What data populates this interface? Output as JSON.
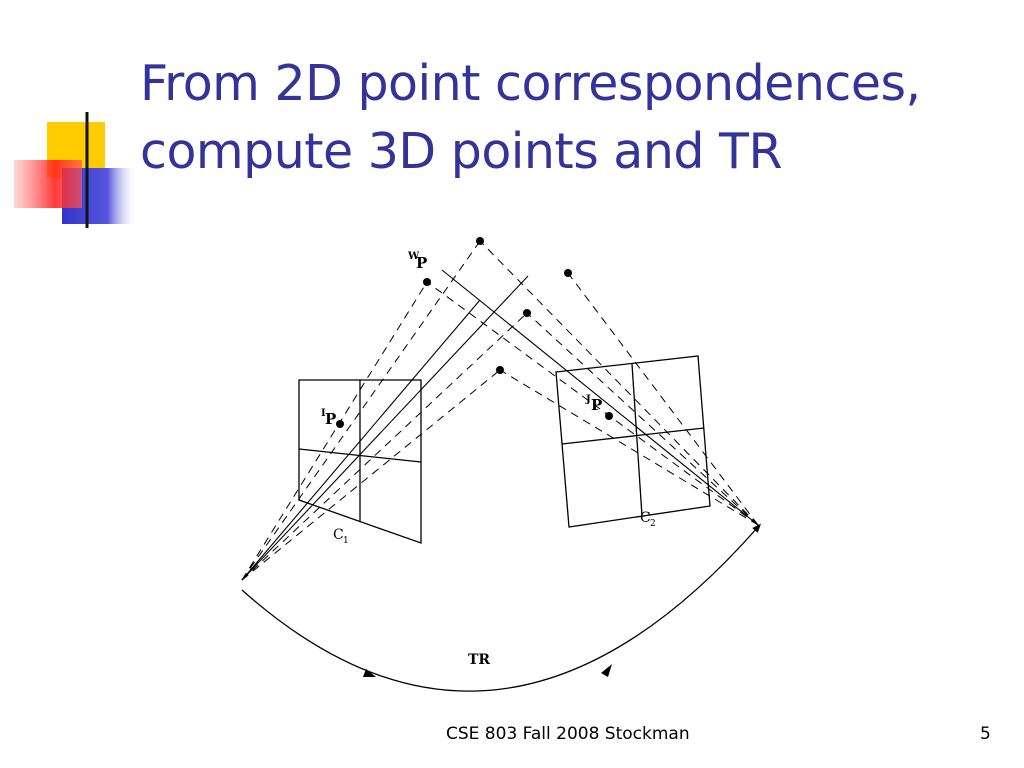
{
  "slide": {
    "title_line1": "From 2D point correspondences,",
    "title_line2": "compute 3D points and TR",
    "footer": "CSE 803 Fall 2008 Stockman",
    "page_number": "5"
  },
  "diagram": {
    "labels": {
      "world_point_sup": "W",
      "world_point": "P",
      "image_point1_sup": "I",
      "image_point1": "P",
      "image_point2_sup": "J",
      "image_point2": "P",
      "camera1": "C",
      "camera1_sub": "1",
      "camera2": "C",
      "camera2_sub": "2",
      "transform": "TR"
    }
  },
  "colors": {
    "title": "#333399",
    "deco_yellow": "#FFCC00",
    "deco_blue": "#3333CC",
    "deco_red": "#FF3333"
  }
}
